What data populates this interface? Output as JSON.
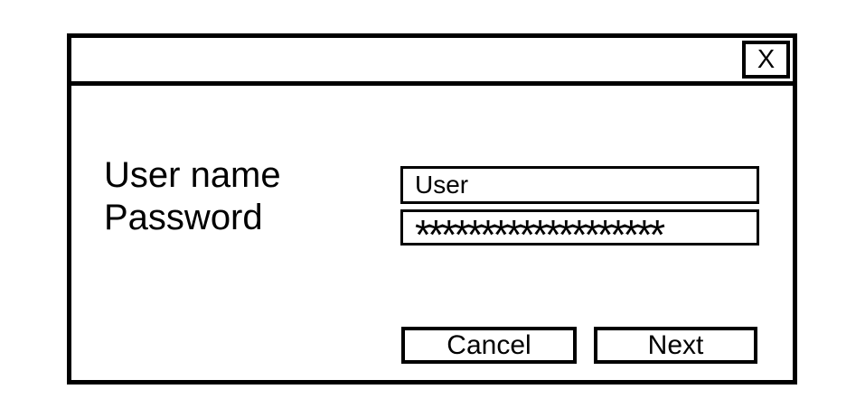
{
  "colors": {
    "background": "#ffffff",
    "line": "#000000"
  },
  "dialog": {
    "titlebar": {
      "close_label": "X"
    },
    "form": {
      "username": {
        "label": "User name",
        "value": "User"
      },
      "password": {
        "label": "Password",
        "value": "*******************"
      }
    },
    "buttons": {
      "cancel_label": "Cancel",
      "next_label": "Next"
    }
  }
}
